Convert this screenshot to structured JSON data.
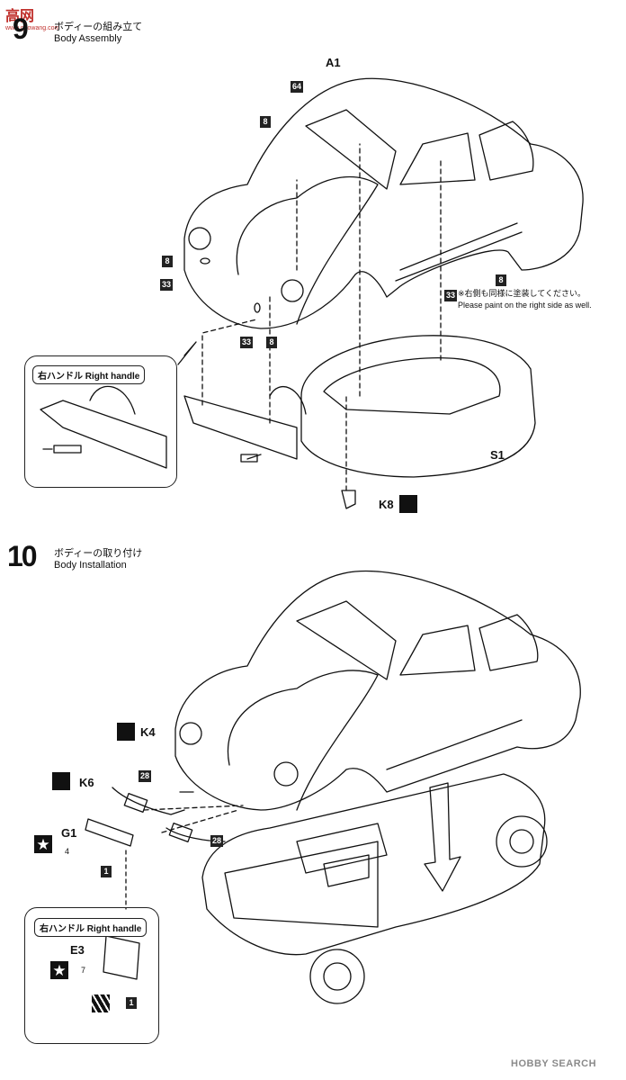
{
  "watermark": {
    "logo": "高网",
    "sub": "www.gaowang.com"
  },
  "step9": {
    "number": "9",
    "title_jp": "ボディーの組み立て",
    "title_en": "Body Assembly"
  },
  "step10": {
    "number": "10",
    "title_jp": "ボディーの取り付け",
    "title_en": "Body Installation"
  },
  "parts": {
    "a1": "A1",
    "s1": "S1",
    "k8": "K8",
    "k4": "K4",
    "k6": "K6",
    "g1": "G1",
    "e3": "E3"
  },
  "color_codes": {
    "c64": "64",
    "c8": "8",
    "c33": "33",
    "c28": "28",
    "c1": "1",
    "c4": "4",
    "c7": "7"
  },
  "note": {
    "jp": "※右側も同様に塗装してください。",
    "en": "Please paint on the right side as well."
  },
  "callout_label": "右ハンドル Right handle",
  "footer": {
    "brand": "HOBBY SEARCH"
  },
  "icons": [
    "cement-icon",
    "decal-star-icon",
    "plating-icon"
  ]
}
